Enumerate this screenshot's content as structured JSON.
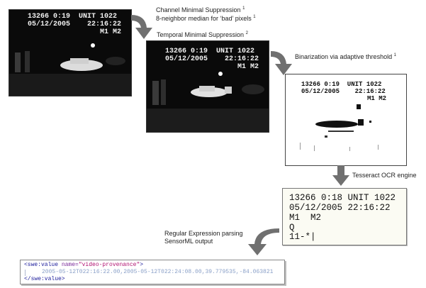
{
  "frame1": {
    "osd_line1": "13266 0:19  UNIT 1022",
    "osd_line2": "05/12/2005    22:16:22",
    "osd_line3": "M1 M2"
  },
  "frame2": {
    "osd_line1": "13266 0:19  UNIT 1022",
    "osd_line2": "05/12/2005    22:16:22",
    "osd_line3": "M1 M2"
  },
  "frame3": {
    "osd_line1": "13266 0:19  UNIT 1022",
    "osd_line2": "05/12/2005    22:16:22",
    "osd_line3": "M1 M2"
  },
  "steps": {
    "channel_suppression": "Channel Minimal Suppression",
    "channel_suppression_ref": "1",
    "median_filter": "8-neighbor median for ‘bad’ pixels",
    "median_filter_ref": "1",
    "temporal_suppression": "Temporal Minimal Suppression",
    "temporal_suppression_ref": "2",
    "binarization": "Binarization via adaptive threshold",
    "binarization_ref": "1",
    "ocr_engine": "Tesseract OCR engine",
    "regex_line1": "Regular Expression parsing",
    "regex_line2": "SensorML output"
  },
  "ocr_output": {
    "line1": "13266 0:18 UNIT 1022",
    "line2": "05/12/2005 22:16:22",
    "line3": "M1  M2",
    "line4": "Q",
    "line5": "11-*|"
  },
  "xml": {
    "open_tag_start": "<swe:value ",
    "attr_name": "name=",
    "attr_value": "\"video-provenance\"",
    "open_tag_end": ">",
    "content": "2005-05-12T022:16:22.00,2005-05-12T022:24:08.00,39.779535,-84.063821",
    "close_tag": "</swe:value>"
  },
  "colors": {
    "arrow": "#707070",
    "xml_tag": "#1a1a9a",
    "xml_attr": "#7a2a9a",
    "xml_value": "#b01070",
    "xml_content": "#8aa0c8"
  }
}
